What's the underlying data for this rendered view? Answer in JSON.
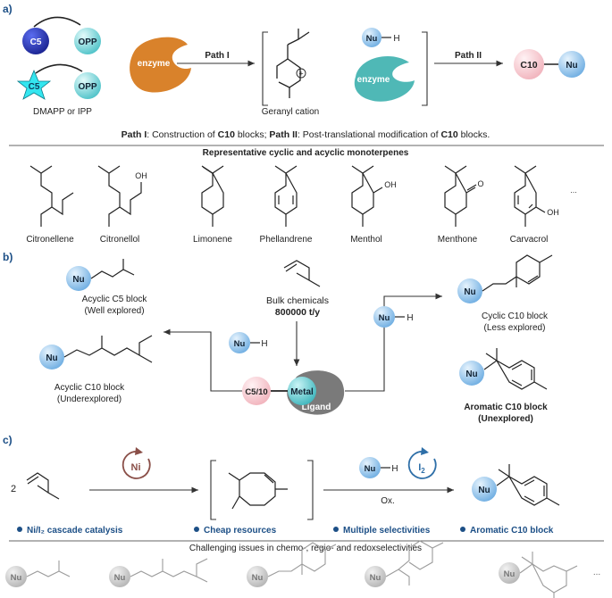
{
  "colors": {
    "c5_dark": "#2a3bb8",
    "opp_teal": "#6fd3d8",
    "star_cyan": "#34e6f0",
    "enzyme_orange": "#d9822b",
    "enzyme_teal": "#4fb8b6",
    "nu_blue": "#8cc4ee",
    "c10_pink": "#f6c9cf",
    "metal_teal": "#5ec9cf",
    "ligand_gray": "#7a7a7a",
    "ni_brown": "#8a4f48",
    "i2_blue": "#2e6fa8",
    "bullet_blue": "#1c4f86",
    "gray_nu": "#c9c9c9"
  },
  "panel_a": {
    "label": "a)",
    "c5": "C5",
    "opp": "OPP",
    "dmapp_ipp": "DMAPP or IPP",
    "enzyme": "enzyme",
    "path1": "Path I",
    "plus": "+",
    "geranyl_cation": "Geranyl cation",
    "nu": "Nu",
    "h": "H",
    "path2": "Path II",
    "c10": "C10",
    "caption_p1_bold": "Path I",
    "caption_p1_text": ": Construction of ",
    "caption_c10_bold_1": "C10",
    "caption_mid": " blocks; ",
    "caption_p2_bold": "Path II",
    "caption_p2_text": ": Post-translational modification of ",
    "caption_c10_bold_2": "C10",
    "caption_end": " blocks.",
    "monoterpenes_heading": "Representative cyclic and acyclic monoterpenes",
    "compounds": [
      "Citronellene",
      "Citronellol",
      "Limonene",
      "Phellandrene",
      "Menthol",
      "Menthone",
      "Carvacrol"
    ],
    "oh": "OH",
    "o": "O",
    "ellipsis": "..."
  },
  "panel_b": {
    "label": "b)",
    "bulk_chemicals": "Bulk chemicals",
    "tonnage": "800000 t/y",
    "acyclic_c5": "Acyclic C5 block",
    "acyclic_c5_note": "(Well explored)",
    "acyclic_c10": "Acyclic C10 block",
    "acyclic_c10_note": "(Underexplored)",
    "cyclic_c10": "Cyclic C10 block",
    "cyclic_c10_note": "(Less explored)",
    "aromatic_c10": "Aromatic C10 block",
    "aromatic_c10_note": "(Unexplored)",
    "c5_10": "C5/10",
    "metal": "Metal",
    "ligand": "Ligand",
    "nu": "Nu",
    "h": "H"
  },
  "panel_c": {
    "label": "c)",
    "coef": "2",
    "ni": "Ni",
    "nu": "Nu",
    "h": "H",
    "i2": "I",
    "i2_sub": "2",
    "ox": "Ox.",
    "bullets": [
      "Ni/I₂ cascade catalysis",
      "Cheap resources",
      "Multiple selectivities",
      "Aromatic C10 block"
    ],
    "challenges": "Challenging issues in chemo-, regio- and redoxselectivities",
    "ellipsis": "..."
  }
}
